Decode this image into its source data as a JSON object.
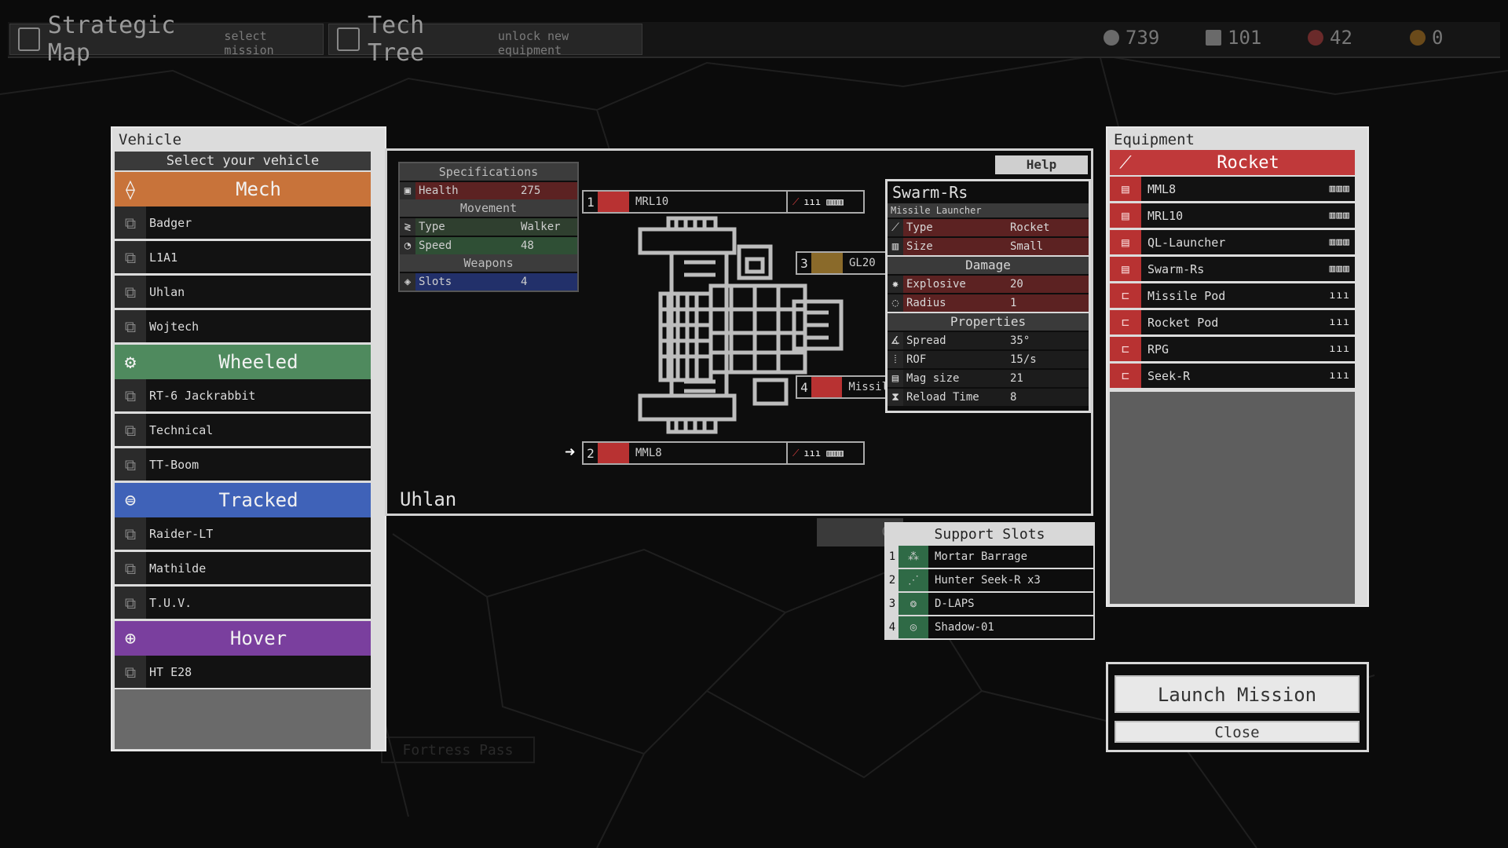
{
  "topbar": {
    "strategic_title": "Strategic Map",
    "strategic_sub": "select mission",
    "tech_title": "Tech Tree",
    "tech_sub": "unlock new equipment",
    "resources": [
      "739",
      "101",
      "42",
      "0"
    ]
  },
  "map_label": "Fortress Pass",
  "vehicle": {
    "title": "Vehicle",
    "select_label": "Select your vehicle",
    "categories": [
      {
        "label": "Mech",
        "color": "#c8733a",
        "items": [
          "Badger",
          "L1A1",
          "Uhlan",
          "Wojtech"
        ]
      },
      {
        "label": "Wheeled",
        "color": "#4f8a5e",
        "items": [
          "RT-6 Jackrabbit",
          "Technical",
          "TT-Boom"
        ]
      },
      {
        "label": "Tracked",
        "color": "#3f62b8",
        "items": [
          "Raider-LT",
          "Mathilde",
          "T.U.V."
        ]
      },
      {
        "label": "Hover",
        "color": "#7a3f9e",
        "items": [
          "HT E28"
        ]
      }
    ]
  },
  "specs": {
    "header": "Specifications",
    "health_label": "Health",
    "health_value": "275",
    "movement_header": "Movement",
    "type_label": "Type",
    "type_value": "Walker",
    "speed_label": "Speed",
    "speed_value": "48",
    "weapons_header": "Weapons",
    "slots_label": "Slots",
    "slots_value": "4"
  },
  "help_label": "Help",
  "vehicle_name": "Uhlan",
  "weapon_slots": [
    {
      "num": "1",
      "name": "MRL10"
    },
    {
      "num": "2",
      "name": "MML8"
    },
    {
      "num": "3",
      "name": "GL20"
    },
    {
      "num": "4",
      "name": "Missil"
    }
  ],
  "details": {
    "title": "Swarm-Rs",
    "subtitle": "Missile Launcher",
    "type_label": "Type",
    "type_value": "Rocket",
    "size_label": "Size",
    "size_value": "Small",
    "damage_header": "Damage",
    "explosive_label": "Explosive",
    "explosive_value": "20",
    "radius_label": "Radius",
    "radius_value": "1",
    "properties_header": "Properties",
    "spread_label": "Spread",
    "spread_value": "35°",
    "rof_label": "ROF",
    "rof_value": "15/s",
    "mag_label": "Mag size",
    "mag_value": "21",
    "reload_label": "Reload Time",
    "reload_value": "8"
  },
  "support": {
    "behind_label": "Cl",
    "title": "Support Slots",
    "items": [
      {
        "num": "1",
        "name": "Mortar Barrage"
      },
      {
        "num": "2",
        "name": "Hunter Seek-R x3"
      },
      {
        "num": "3",
        "name": "D-LAPS"
      },
      {
        "num": "4",
        "name": "Shadow-01"
      }
    ]
  },
  "equipment": {
    "title": "Equipment",
    "category": "Rocket",
    "category_color": "#c0393a",
    "items": [
      "MML8",
      "MRL10",
      "QL-Launcher",
      "Swarm-Rs",
      "Missile Pod",
      "Rocket Pod",
      "RPG",
      "Seek-R"
    ]
  },
  "launch_label": "Launch Mission",
  "close_label": "Close"
}
